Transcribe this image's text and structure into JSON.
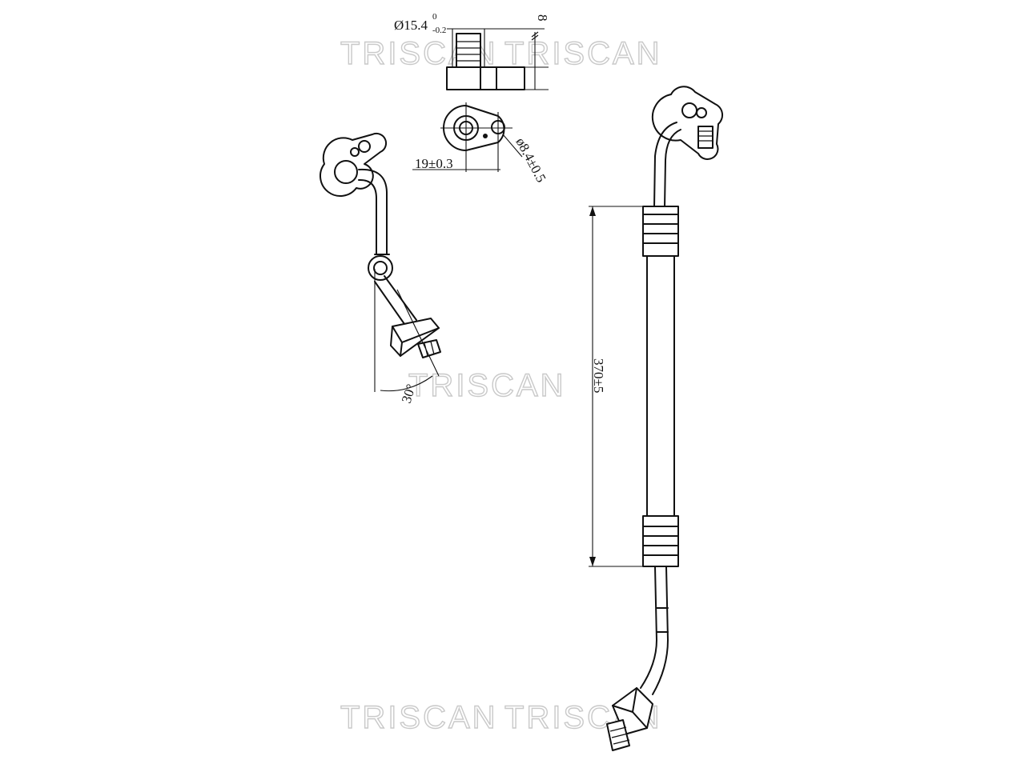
{
  "watermark": {
    "text": "TRISCAN"
  },
  "dimensions": {
    "diameter_fitting": "Ø15.4",
    "diameter_tol_upper": "0",
    "diameter_tol_lower": "-0.2",
    "thickness": "8",
    "center_distance": "19±0.3",
    "hole_diameter": "ø8.4±0.5",
    "angle": "30°",
    "length": "370±5"
  },
  "colors": {
    "line": "#111111",
    "watermark": "#c9c9c9",
    "background": "#ffffff"
  }
}
